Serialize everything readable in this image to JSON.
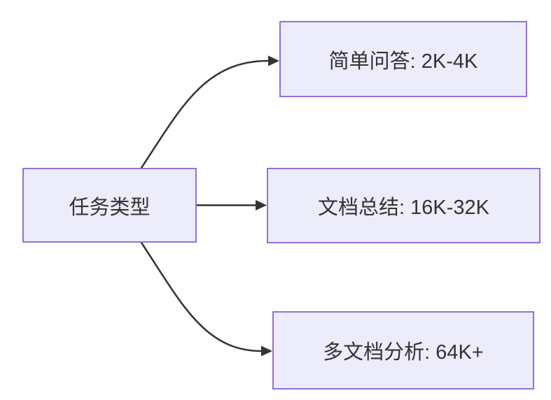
{
  "diagram": {
    "type": "flowchart",
    "direction": "left-to-right",
    "root": {
      "id": "task-type",
      "label": "任务类型"
    },
    "branches": [
      {
        "id": "simple-qa",
        "label": "简单问答: 2K-4K"
      },
      {
        "id": "doc-summary",
        "label": "文档总结: 16K-32K"
      },
      {
        "id": "multi-doc",
        "label": "多文档分析: 64K+"
      }
    ],
    "edges": [
      {
        "from": "task-type",
        "to": "simple-qa"
      },
      {
        "from": "task-type",
        "to": "doc-summary"
      },
      {
        "from": "task-type",
        "to": "multi-doc"
      }
    ],
    "colors": {
      "background": "#FFFFFF",
      "node_fill": "#ECECFB",
      "node_border": "#9370DB",
      "edge": "#333333",
      "text": "#333333"
    }
  }
}
